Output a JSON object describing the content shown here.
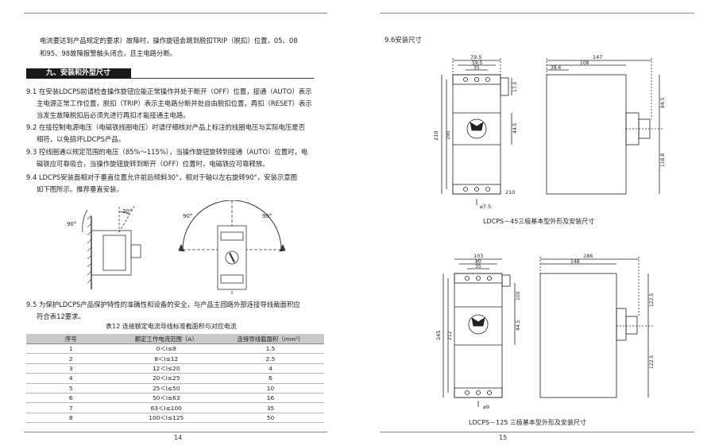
{
  "left_page": {
    "intro_lines": [
      "电流要达到产品规定的要求）故障时，操作旋钮会跳到脱扣TRIP（脱扣）位置，05、08",
      "和95、98故障报警触头闭合，且主电路分断。"
    ],
    "section_title": "九、安装和外型尺寸",
    "paragraphs": [
      "9.1 在安装LDCPS前请检查操作旋钮应能正常操作并处于断开（OFF）位置，接通（AUTO）表示",
      "主电源正常工作位置，脱扣（TRIP）表示主电路分断并处自由脱扣位置，再扣（RESET）表示",
      "当发生故障脱扣后必须先进行再扣才能接通主电路。",
      "9.2 在接控制电源电压（电磁铁线圈电压）时请仔细核对产品上标注的线圈电压与实际电压是否",
      "相符，以免损坏LDCPS产品。",
      "9.3 控线圈通以规定范围的电压（85%～115%），当操作旋钮旋转到接通（AUTO）位置时，电",
      "磁铁应可靠吸合，当操作旋钮旋转到断开（OFF）位置时，电磁铁应可靠释放。",
      "9.4 LDCPS安装面相对于垂直位置允许前后倾斜30°，相对于轴以左右旋转90°，安装示意图",
      "如下图所示。推荐垂直安装。"
    ],
    "angle_labels": {
      "a1": "30°",
      "a2": "90°",
      "a3": "90°",
      "a4": "90°"
    },
    "para_95": [
      "9.5 为保护LDCPS产品保护特性的准确性和设备的安全，与产品主回路外部连接导线截面积应",
      "符合表12要求。"
    ],
    "table_title": "表12  连接额定电流导线标准截面积与对应电流",
    "table": {
      "headers": [
        "序号",
        "额定工作电流范围（A）",
        "连接导线截面积（mm²）"
      ],
      "rows": [
        [
          "1",
          "0＜I≤8",
          "1.5"
        ],
        [
          "2",
          "8＜I≤12",
          "2.5"
        ],
        [
          "3",
          "12＜I≤20",
          "4"
        ],
        [
          "4",
          "20＜I≤25",
          "6"
        ],
        [
          "5",
          "25＜I≤50",
          "10"
        ],
        [
          "6",
          "50＜I≤63",
          "16"
        ],
        [
          "7",
          "63＜I≤100",
          "35"
        ],
        [
          "8",
          "100＜I≤125",
          "50"
        ]
      ]
    },
    "page_number": "14"
  },
  "right_page": {
    "heading": "9.6安装尺寸",
    "fig1": {
      "caption": "LDCPS－45三极基本型外形及安装尺寸",
      "dims": {
        "w795": "79.5",
        "w595": "59.5",
        "w35": "35",
        "w147": "147",
        "w108": "108",
        "w386": "38.6",
        "v210": "210",
        "v190": "190",
        "v175": "17.5",
        "v445": "44.5",
        "v845": "84.5",
        "v1188": "118.8",
        "b210": "210",
        "hole": "⌀7.5"
      }
    },
    "fig2": {
      "caption": "LDCPS－125  三极基本型外形及安装尺寸",
      "dims": {
        "w103": "103",
        "w80": "80",
        "w35": "35",
        "w186": "186",
        "w148": "148",
        "v245": "245",
        "v212": "212",
        "v100": "100",
        "v445": "44.5",
        "v1225": "122.5",
        "v1225b": "122.5",
        "hole": "⌀9"
      }
    },
    "page_number": "15"
  }
}
